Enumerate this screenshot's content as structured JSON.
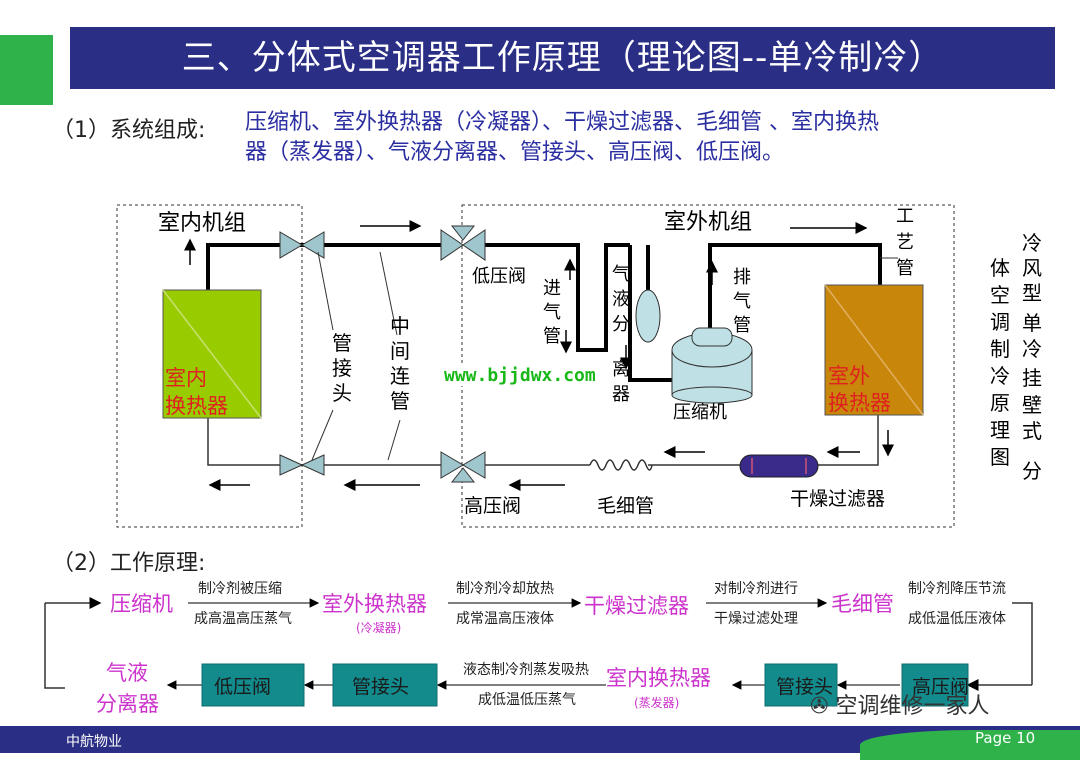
{
  "header": {
    "title": "三、分体式空调器工作原理（理论图--单冷制冷）"
  },
  "section1": {
    "label": "（1）系统组成:",
    "line1": "压缩机、室外换热器（冷凝器）、干燥过滤器、毛细管 、室内换热",
    "line2": "器（蒸发器）、气液分离器、管接头、高压阀、低压阀。"
  },
  "diagram": {
    "indoor_unit": "室内机组",
    "outdoor_unit": "室外机组",
    "indoor_hx_1": "室内",
    "indoor_hx_2": "换热器",
    "outdoor_hx_1": "室外",
    "outdoor_hx_2": "换热器",
    "pipe_joint": [
      "管",
      "接",
      "头"
    ],
    "middle_pipe": [
      "中",
      "间",
      "连",
      "管"
    ],
    "low_valve": "低压阀",
    "inlet_pipe": [
      "进",
      "气",
      "管"
    ],
    "separator": [
      "气",
      "液",
      "分",
      "离",
      "器"
    ],
    "exhaust_pipe": [
      "排",
      "气",
      "管"
    ],
    "process_pipe": [
      "工",
      "艺",
      "管"
    ],
    "compressor": "压缩机",
    "high_valve": "高压阀",
    "capillary": "毛细管",
    "dryer": "干燥过滤器",
    "side_col1": [
      "冷",
      "风",
      "型",
      "单",
      "冷",
      "挂",
      "壁",
      "式",
      "分"
    ],
    "side_col2": [
      "体",
      "空",
      "调",
      "制",
      "冷",
      "原",
      "理",
      "图"
    ]
  },
  "watermark": "www.bjjdwx.com",
  "section2": {
    "label": "（2）工作原理:",
    "n1": "压缩机",
    "n2": "室外换热器",
    "n2_sub": "(冷凝器)",
    "n3": "干燥过滤器",
    "n4": "毛细管",
    "n5": "高压阀",
    "n6": "管接头",
    "n7": "室内换热器",
    "n7_sub": "(蒸发器)",
    "n8": "管接头",
    "n9": "低压阀",
    "n10a": "气液",
    "n10b": "分离器",
    "e1_top": "制冷剂被压缩",
    "e1_bot": "成高温高压蒸气",
    "e2_top": "制冷剂冷却放热",
    "e2_bot": "成常温高压液体",
    "e3_top": "对制冷剂进行",
    "e3_bot": "干燥过滤处理",
    "e4_top": "制冷剂降压节流",
    "e4_bot": "成低温低压液体",
    "e5_top": "液态制冷剂蒸发吸热",
    "e5_bot": "成低温低压蒸气"
  },
  "wechat": "空调维修一家人",
  "footer": {
    "left": "中航物业",
    "right": "Page 10"
  },
  "colors": {
    "title_bg": "#2a2e85",
    "accent_green": "#2fb24a",
    "process_magenta": "#cc33cc",
    "box_teal": "#138a8c",
    "indoor_hx": "#99cc00",
    "outdoor_hx": "#c8860a"
  }
}
